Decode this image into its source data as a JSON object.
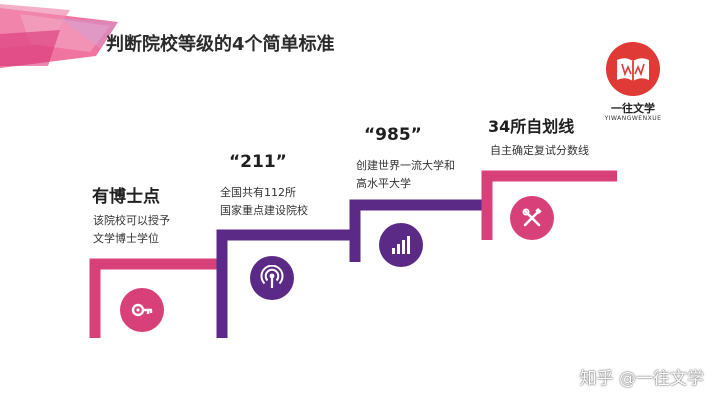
{
  "title": "判断院校等级的4个简单标准",
  "logo": {
    "name": "一往文学",
    "pinyin": "YIWANGWENXUE"
  },
  "steps": [
    {
      "title": "有博士点",
      "desc": [
        "该院校可以授予",
        "文学博士学位"
      ],
      "icon": "key-icon"
    },
    {
      "title": "“211”",
      "desc": [
        "全国共有112所",
        "国家重点建设院校"
      ],
      "icon": "broadcast-icon"
    },
    {
      "title": "“985”",
      "desc": [
        "创建世界一流大学和",
        "高水平大学"
      ],
      "icon": "bar-chart-icon"
    },
    {
      "title": "34所自划线",
      "desc": [
        "自主确定复试分数线"
      ],
      "icon": "tools-icon"
    }
  ],
  "colors": {
    "pink": "#d8407a",
    "purple": "#5b2a86",
    "logo_red": "#e03a36"
  },
  "watermark": "知乎 @一往文学"
}
